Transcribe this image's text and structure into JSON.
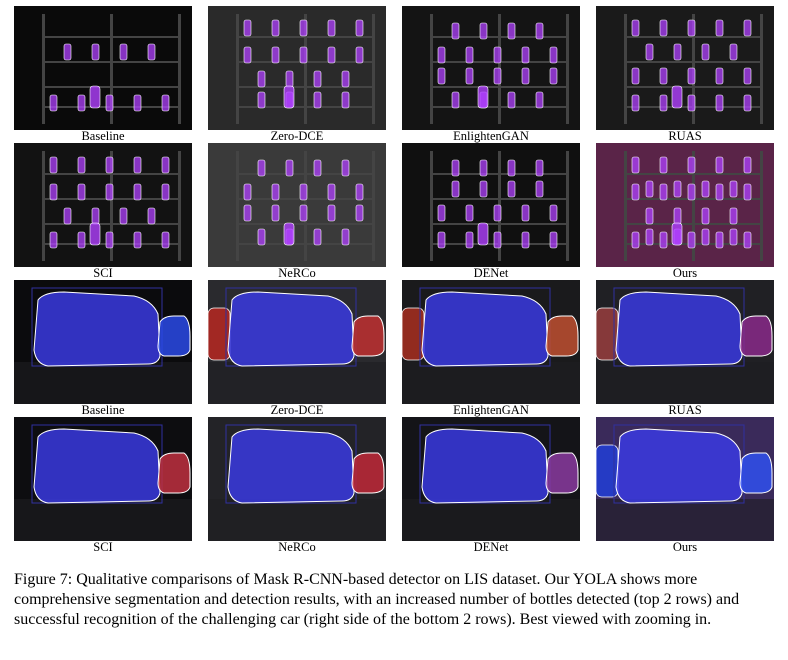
{
  "figure": {
    "rows": [
      {
        "kind": "store",
        "labels": [
          "Baseline",
          "Zero-DCE",
          "EnlightenGAN",
          "RUAS"
        ]
      },
      {
        "kind": "store",
        "labels": [
          "SCI",
          "NeRCo",
          "DENet",
          "Ours"
        ]
      },
      {
        "kind": "street",
        "labels": [
          "Baseline",
          "Zero-DCE",
          "EnlightenGAN",
          "RUAS"
        ]
      },
      {
        "kind": "street",
        "labels": [
          "SCI",
          "NeRCo",
          "DENet",
          "Ours"
        ]
      }
    ],
    "caption": "Figure 7: Qualitative comparisons of Mask R-CNN-based detector on LIS dataset. Our YOLA shows more comprehensive segmentation and detection results, with an increased number of bottles detected (top 2 rows) and successful recognition of the challenging car (right side of the bottom 2 rows). Best viewed with zooming in."
  },
  "style": {
    "store_backgrounds": [
      "#0a0a0a",
      "#2a2a2a",
      "#141414",
      "#1a1a1a",
      "#121212",
      "#3a3a3a",
      "#101010",
      "#5a2448"
    ],
    "street_backgrounds": [
      "#0b0b0d",
      "#2a2a2e",
      "#1a1a1c",
      "#202024",
      "#0d0d10",
      "#232327",
      "#141418",
      "#3a2a5a"
    ],
    "bottle_mask": "#b040ff",
    "bus_mask": "#3a3ae8",
    "car_mask_colors": [
      "#2a4ae8",
      "#c03030",
      "#c05030",
      "#8a2a8a",
      "#c03040",
      "#c02838",
      "#8a3aa0",
      "#3050f0"
    ],
    "left_car_colors": [
      null,
      "#c02820",
      "#b03020",
      "#a04040",
      null,
      null,
      null,
      "#2040e0"
    ]
  }
}
